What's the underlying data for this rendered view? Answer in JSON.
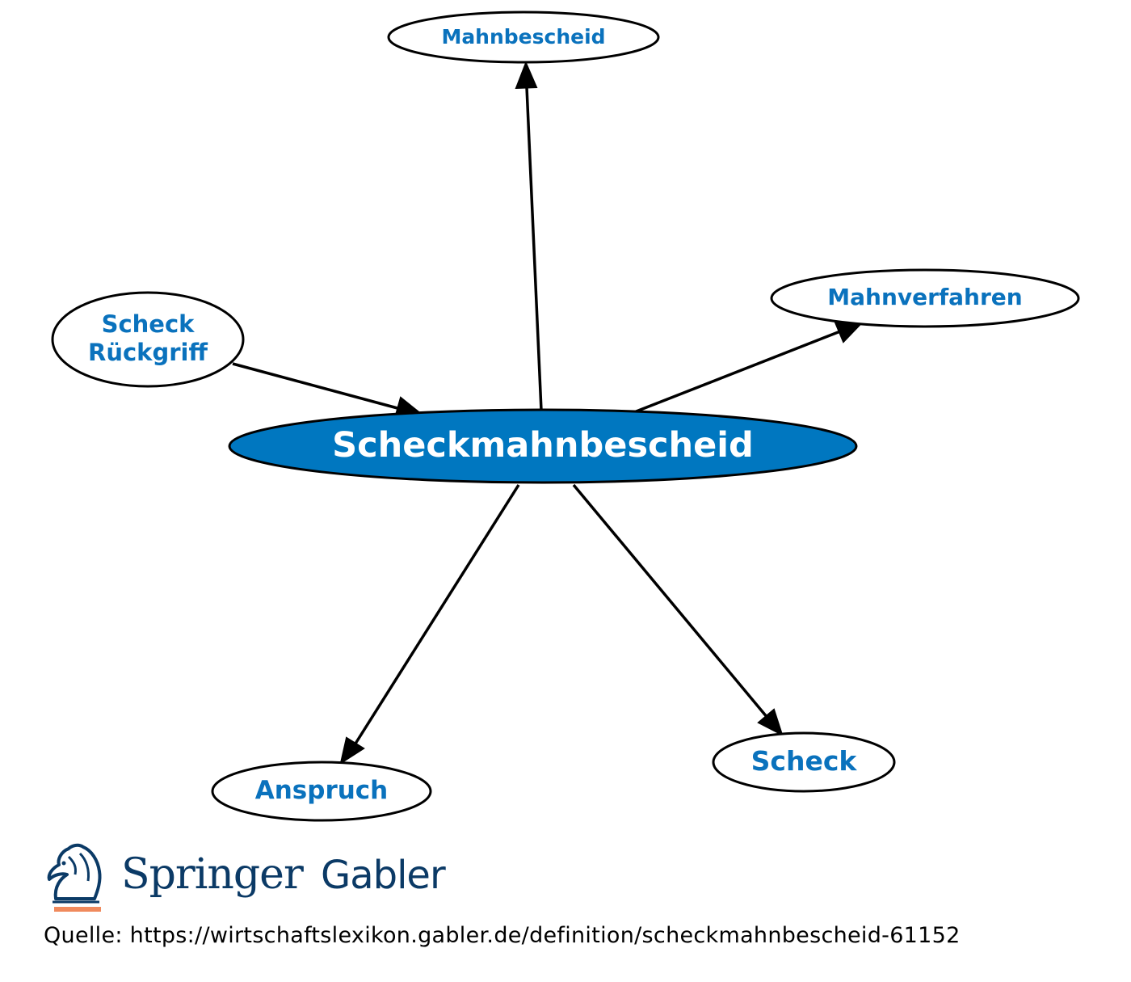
{
  "diagram": {
    "center": {
      "label": "Scheckmahnbescheid",
      "fill": "#0077c0",
      "text_color": "#ffffff"
    },
    "nodes": {
      "mahnbescheid": {
        "label": "Mahnbescheid"
      },
      "mahnverfahren": {
        "label": "Mahnverfahren"
      },
      "scheck_rueckgriff": {
        "line1": "Scheck",
        "line2": "Rückgriff"
      },
      "anspruch": {
        "label": "Anspruch"
      },
      "scheck": {
        "label": "Scheck"
      }
    },
    "node_text_color": "#0a72bd",
    "edges": [
      {
        "from": "Scheckmahnbescheid",
        "to": "Mahnbescheid"
      },
      {
        "from": "Scheckmahnbescheid",
        "to": "Mahnverfahren"
      },
      {
        "from": "Scheck Rückgriff",
        "to": "Scheckmahnbescheid"
      },
      {
        "from": "Scheckmahnbescheid",
        "to": "Anspruch"
      },
      {
        "from": "Scheckmahnbescheid",
        "to": "Scheck"
      }
    ]
  },
  "brand": {
    "name_primary": "Springer",
    "name_secondary": "Gabler",
    "logo": "springer-horse-logo",
    "color": "#0b3a66",
    "accent": "#f08a5d"
  },
  "source": {
    "text": "Quelle: https://wirtschaftslexikon.gabler.de/definition/scheckmahnbescheid-61152"
  }
}
